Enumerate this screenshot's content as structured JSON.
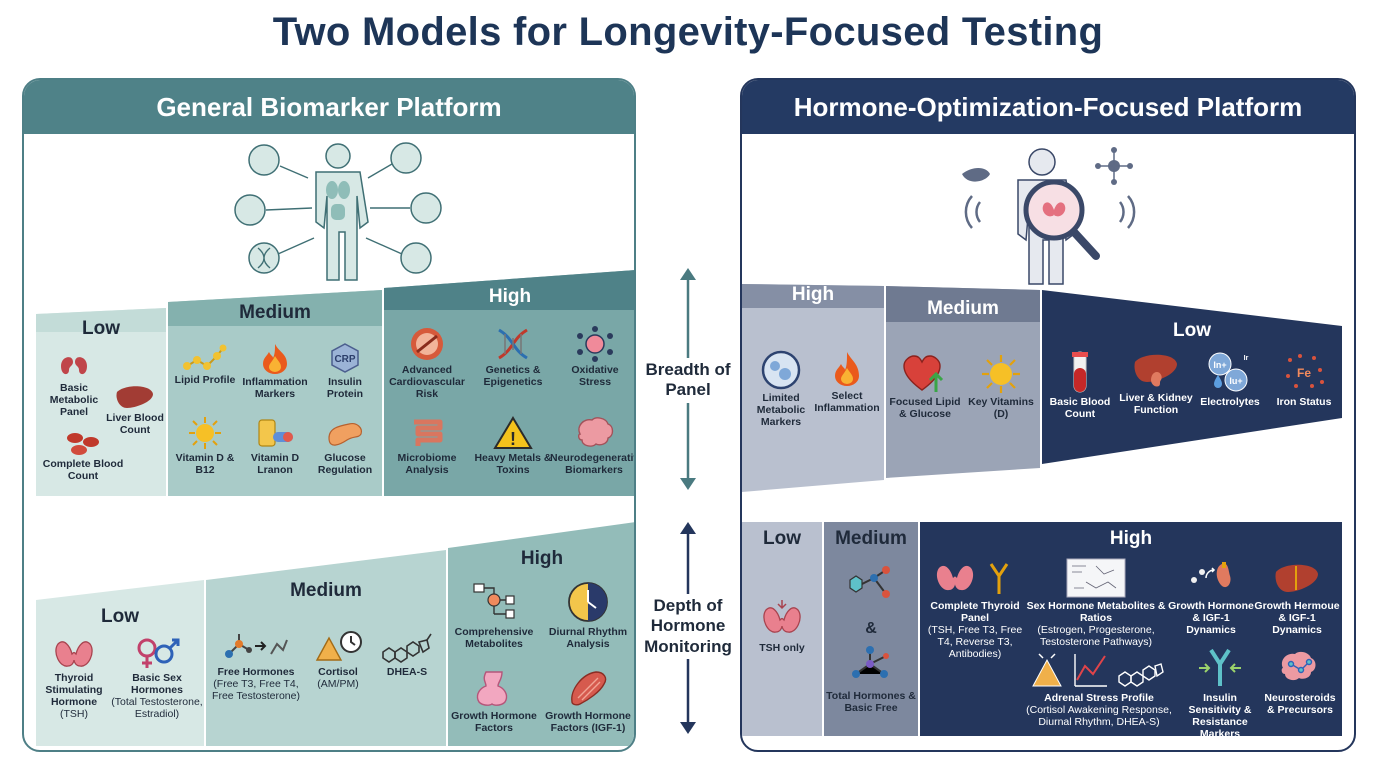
{
  "title": "Two Models for Longevity-Focused Testing",
  "axis": {
    "breadth": "Breadth of Panel",
    "depth": "Depth of Hormone Monitoring"
  },
  "left": {
    "heading": "General Biomarker Platform",
    "breadth": {
      "low": {
        "label": "Low",
        "items": [
          "Basic Metabolic Panel",
          "Liver Blood Count",
          "Complete Blood Count"
        ]
      },
      "medium": {
        "label": "Medium",
        "items": [
          "Lipid Profile",
          "Inflammation Markers",
          "Insulin Protein",
          "Vitamin D & B12",
          "Vitamin D Lranon",
          "Glucose Regulation"
        ]
      },
      "high": {
        "label": "High",
        "items": [
          "Advanced Cardiovascular Risk",
          "Genetics & Epigenetics",
          "Oxidative Stress",
          "Microbiome Analysis",
          "Heavy Metals & Toxins",
          "Neurodegenerative Biomarkers"
        ]
      }
    },
    "depth": {
      "low": {
        "label": "Low",
        "items": [
          "Thyroid Stimulating Hormone",
          "Basic Sex Hormones"
        ],
        "subs": [
          "(TSH)",
          "(Total Testosterone, Estradiol)"
        ]
      },
      "medium": {
        "label": "Medium",
        "items": [
          "Free Hormones",
          "Cortisol",
          "DHEA-S"
        ],
        "subs": [
          "(Free T3, Free T4, Free Testosterone)",
          "(AM/PM)"
        ]
      },
      "high": {
        "label": "High",
        "items": [
          "Comprehensive Metabolites",
          "Diurnal Rhythm Analysis",
          "Growth Hormone Factors",
          "Growth Hormone Factors (IGF-1)"
        ]
      }
    },
    "crp_text": "CRP"
  },
  "right": {
    "heading": "Hormone-Optimization-Focused Platform",
    "breadth": {
      "high": {
        "label": "High",
        "items": [
          "Limited Metabolic Markers",
          "Select Inflammation"
        ]
      },
      "medium": {
        "label": "Medium",
        "items": [
          "Focused Lipid & Glucose",
          "Key Vitamins (D)"
        ]
      },
      "low": {
        "label": "Low",
        "items": [
          "Basic Blood Count",
          "Liver & Kidney Function",
          "Electrolytes",
          "Iron Status"
        ]
      }
    },
    "depth": {
      "low": {
        "label": "Low",
        "items": [
          "TSH only"
        ]
      },
      "medium": {
        "label": "Medium",
        "amp": "&",
        "items": [
          "Total Hormones & Basic Free"
        ]
      },
      "high": {
        "label": "High",
        "items": [
          "Complete Thyroid Panel",
          "Sex Hormone Metabolites & Ratios",
          "Growth Hormone & IGF-1 Dynamics",
          "Growth Hermoue & IGF-1 Dynamics",
          "Adrenal Stress Profile",
          "Insulin Sensitivity & Resistance Markers",
          "Neurosteroids & Precursors"
        ],
        "subs": [
          "(TSH, Free T3, Free T4, Reverse T3, Antibodies)",
          "(Estrogen, Progesterone, Testosterone Pathways)",
          "(Cortisol Awakening Response, Diurnal Rhythm, DHEA-S)"
        ]
      }
    },
    "electrolyte_glyphs": [
      "In+",
      "Ir",
      "Iu+"
    ],
    "iron_glyph": "Fe"
  },
  "colors": {
    "teal_dark": "#4f8288",
    "teal_mid": "#a9cbc8",
    "teal_light": "#d7e8e5",
    "navy": "#243a63",
    "slate": "#7d889e",
    "slate_light": "#b9c0cf"
  }
}
